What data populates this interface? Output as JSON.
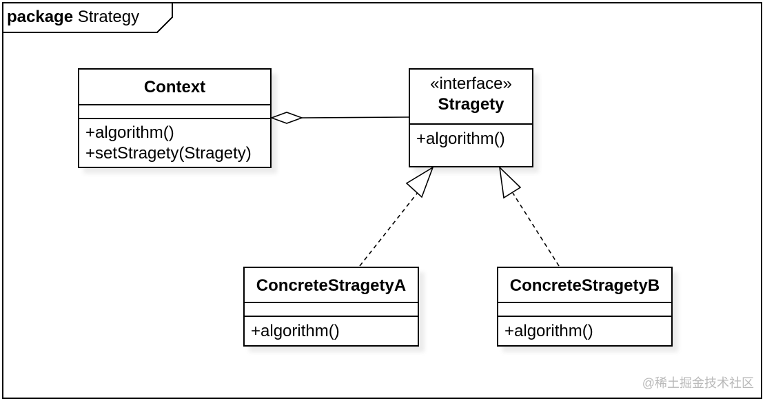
{
  "package": {
    "keyword": "package",
    "name": "Strategy"
  },
  "classes": {
    "context": {
      "name": "Context",
      "operations": [
        "+algorithm()",
        "+setStragety(Stragety)"
      ]
    },
    "strategy": {
      "stereotype": "«interface»",
      "name": "Stragety",
      "operations": [
        "+algorithm()"
      ]
    },
    "concrete_a": {
      "name": "ConcreteStragetyA",
      "operations": [
        "+algorithm()"
      ]
    },
    "concrete_b": {
      "name": "ConcreteStragetyB",
      "operations": [
        "+algorithm()"
      ]
    }
  },
  "relationships": [
    {
      "from": "Context",
      "to": "Stragety",
      "type": "aggregation"
    },
    {
      "from": "ConcreteStragetyA",
      "to": "Stragety",
      "type": "realization"
    },
    {
      "from": "ConcreteStragetyB",
      "to": "Stragety",
      "type": "realization"
    }
  ],
  "watermark": "@稀土掘金技术社区"
}
